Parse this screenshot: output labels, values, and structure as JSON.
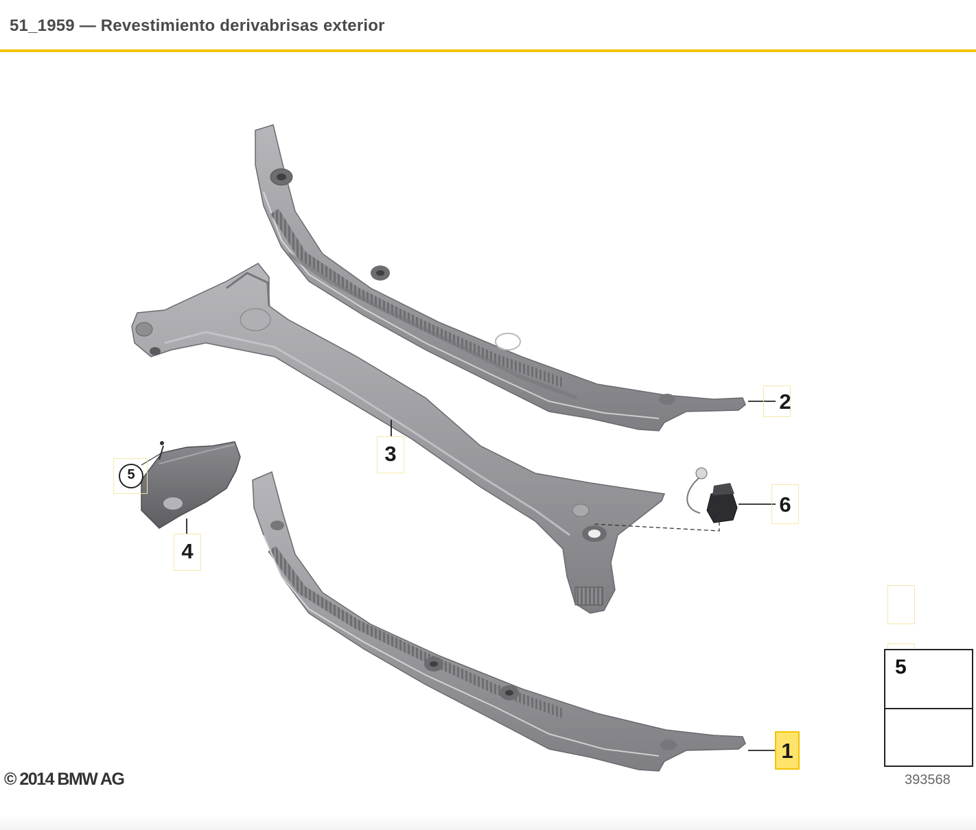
{
  "header": {
    "title": "51_1959 — Revestimiento derivabrisas exterior",
    "accent_color": "#f2c200"
  },
  "diagram": {
    "copyright": "© 2014 BMW AG",
    "figure_id": "393568",
    "callouts": [
      {
        "id": "2",
        "label": "2",
        "highlighted": false
      },
      {
        "id": "3",
        "label": "3",
        "highlighted": false
      },
      {
        "id": "5-circle",
        "label": "5",
        "highlighted": false
      },
      {
        "id": "4",
        "label": "4",
        "highlighted": false
      },
      {
        "id": "6",
        "label": "6",
        "highlighted": false
      },
      {
        "id": "1",
        "label": "1",
        "highlighted": true
      }
    ],
    "legend": {
      "number": "5",
      "icon": "hex-flange-bolt-icon",
      "arrow_icon": "direction-arrow-icon"
    },
    "part_color": "#9a999e",
    "highlight_color": "#ffe46b"
  }
}
